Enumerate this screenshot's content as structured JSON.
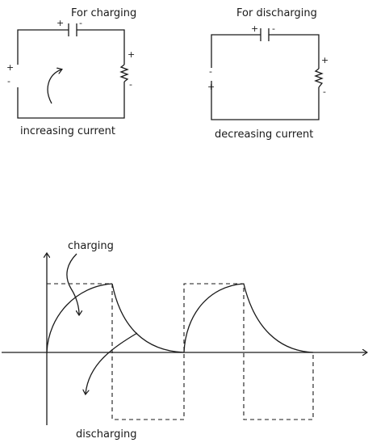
{
  "charging_circuit": {
    "title": "For charging",
    "caption": "increasing current",
    "cap_plus": "+",
    "cap_minus": "-",
    "res_plus": "+",
    "res_minus": "-",
    "src_plus": "+",
    "src_minus": "-"
  },
  "discharging_circuit": {
    "title": "For discharging",
    "caption": "decreasing current",
    "cap_plus": "+",
    "cap_minus": "-",
    "res_plus": "+",
    "res_minus": "-",
    "src_minus": "-",
    "src_plus": "+"
  },
  "waveform": {
    "charging_label": "charging",
    "discharging_label": "discharging"
  }
}
